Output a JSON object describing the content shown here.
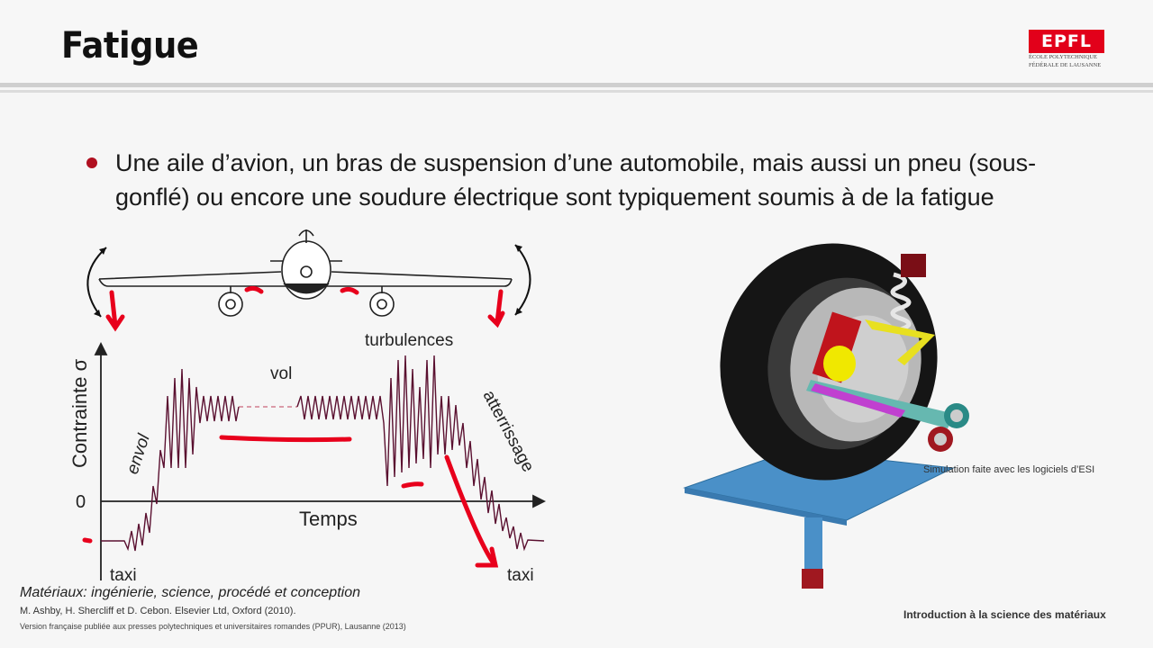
{
  "slide": {
    "title": "Fatigue",
    "logo": {
      "mark": "EPFL",
      "line1": "ÉCOLE POLYTECHNIQUE",
      "line2": "FÉDÉRALE DE LAUSANNE",
      "color": "#e2001a"
    },
    "bullet_text": "Une aile d’avion, un bras de suspension d’une automobile, mais aussi un pneu (sous-gonflé) ou encore une soudure électrique sont typiquement soumis à de la fatigue",
    "accent_color": "#b01020"
  },
  "stress_figure": {
    "ylabel": "Contrainte σ",
    "xlabel": "Temps",
    "zero_label": "0",
    "phase_labels": {
      "envol": "envol",
      "vol": "vol",
      "turbulences": "turbulences",
      "atterrissage": "atterrissage",
      "taxi_start": "taxi",
      "taxi_end": "taxi"
    },
    "annotation_color": "#e8001c"
  },
  "caption": {
    "title": "Matériaux: ingénierie, science, procédé et conception",
    "authors": "M. Ashby, H. Shercliff et D. Cebon. Elsevier Ltd, Oxford (2010).",
    "note": "Version française publiée aux presses polytechniques et universitaires romandes (PPUR), Lausanne (2013)"
  },
  "suspension_figure": {
    "credit": "Simulation faite avec les logiciels d’ESI"
  },
  "footer": {
    "course": "Introduction à la science des matériaux"
  }
}
